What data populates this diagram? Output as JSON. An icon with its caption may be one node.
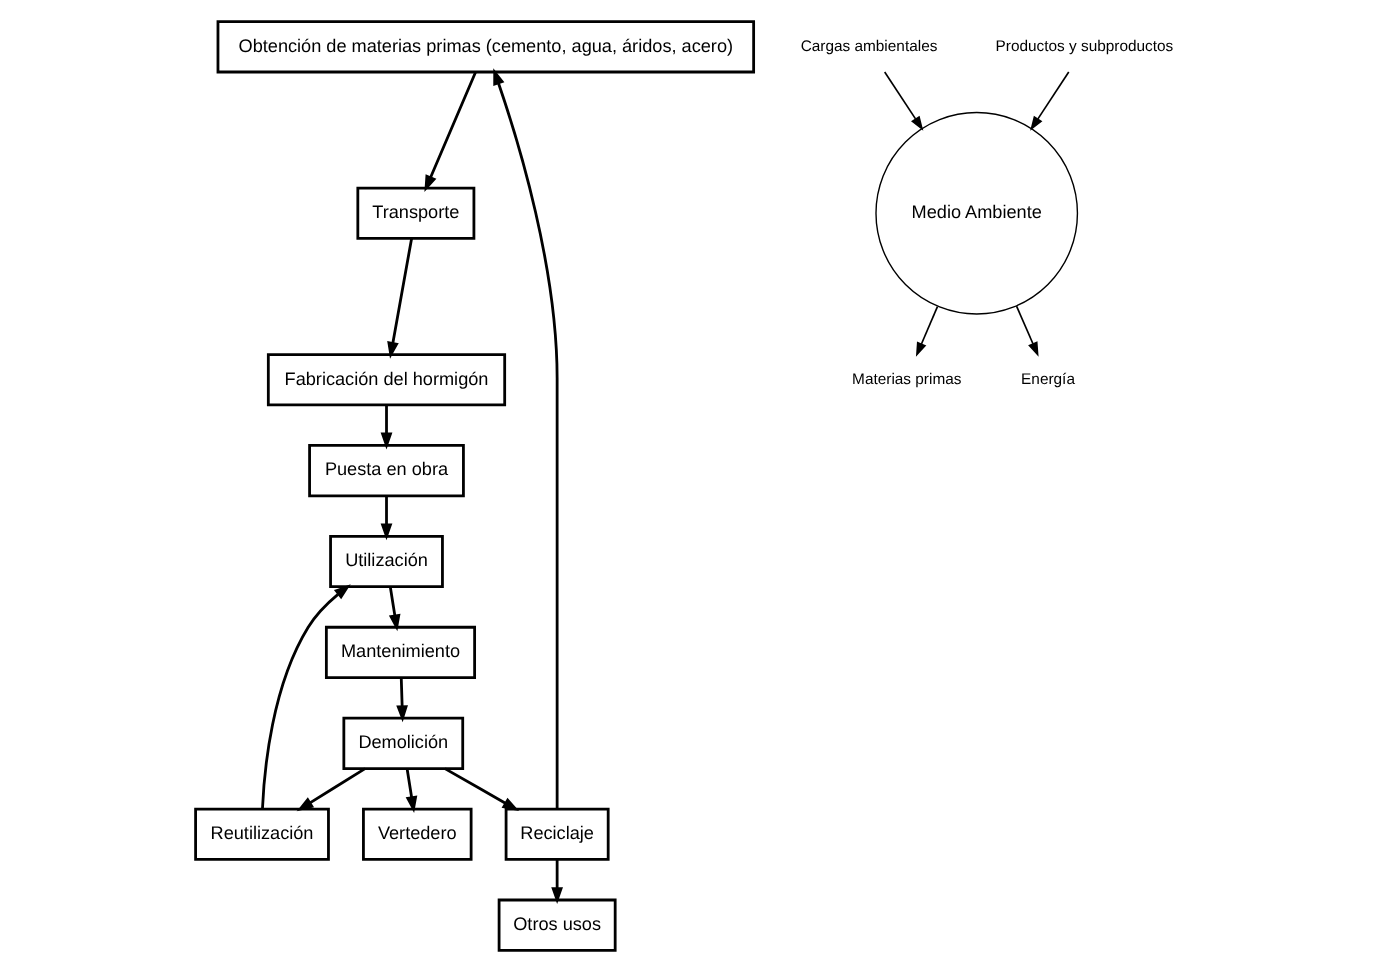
{
  "diagram": {
    "nodes": [
      {
        "text": [
          "Obtención de materias primas (cemento, agua, áridos, acero)"
        ]
      },
      {
        "text": [
          "Transporte"
        ]
      },
      {
        "text": [
          "Fabricación del hormigón"
        ]
      },
      {
        "text": [
          "Puesta en obra"
        ]
      },
      {
        "text": [
          "Utilización"
        ]
      },
      {
        "text": [
          "Mantenimiento"
        ]
      },
      {
        "text": [
          "Demolición"
        ]
      },
      {
        "text": [
          "Reciclaje"
        ]
      },
      {
        "text": [
          "Otros usos"
        ]
      },
      {
        "text": [
          "Vertedero"
        ]
      },
      {
        "text": [
          "Reutilización"
        ]
      },
      {
        "text": [
          "Medio Ambiente"
        ]
      },
      {
        "text": [
          "Materias primas"
        ]
      },
      {
        "text": [
          "Energía"
        ]
      },
      {
        "text": [
          "Cargas ambientales"
        ]
      },
      {
        "text": [
          "Productos y subproductos"
        ]
      }
    ],
    "edges": [
      {
        "from": 0,
        "to": 1,
        "arrow": "to"
      },
      {
        "from": 1,
        "to": 2,
        "arrow": "to"
      },
      {
        "from": 2,
        "to": 3,
        "arrow": "to"
      },
      {
        "from": 3,
        "to": 4,
        "arrow": "to"
      },
      {
        "from": 4,
        "to": 5,
        "arrow": "to"
      },
      {
        "from": 5,
        "to": 6,
        "arrow": "to"
      },
      {
        "from": 6,
        "to": 7,
        "arrow": "to"
      },
      {
        "from": 7,
        "to": 0,
        "arrow": "to"
      },
      {
        "from": 7,
        "to": 8,
        "arrow": "to"
      },
      {
        "from": 6,
        "to": 9,
        "arrow": "to"
      },
      {
        "from": 6,
        "to": 10,
        "arrow": "to"
      },
      {
        "from": 10,
        "to": 4,
        "arrow": "to"
      },
      {
        "from": 11,
        "to": 12,
        "arrow": "to"
      },
      {
        "from": 11,
        "to": 13,
        "arrow": "to"
      },
      {
        "from": 14,
        "to": 11,
        "arrow": "to"
      },
      {
        "from": 15,
        "to": 11,
        "arrow": "to"
      }
    ]
  }
}
